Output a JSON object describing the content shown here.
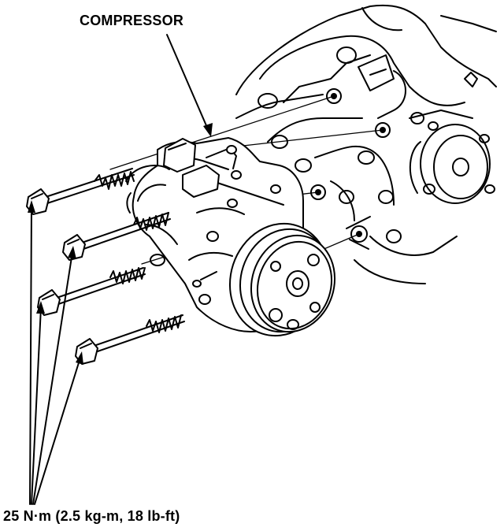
{
  "labels": {
    "compressor": "COMPRESSOR",
    "torque": "25 N·m (2.5 kg-m, 18 lb-ft)"
  },
  "parts": {
    "bolt_count": 4
  }
}
